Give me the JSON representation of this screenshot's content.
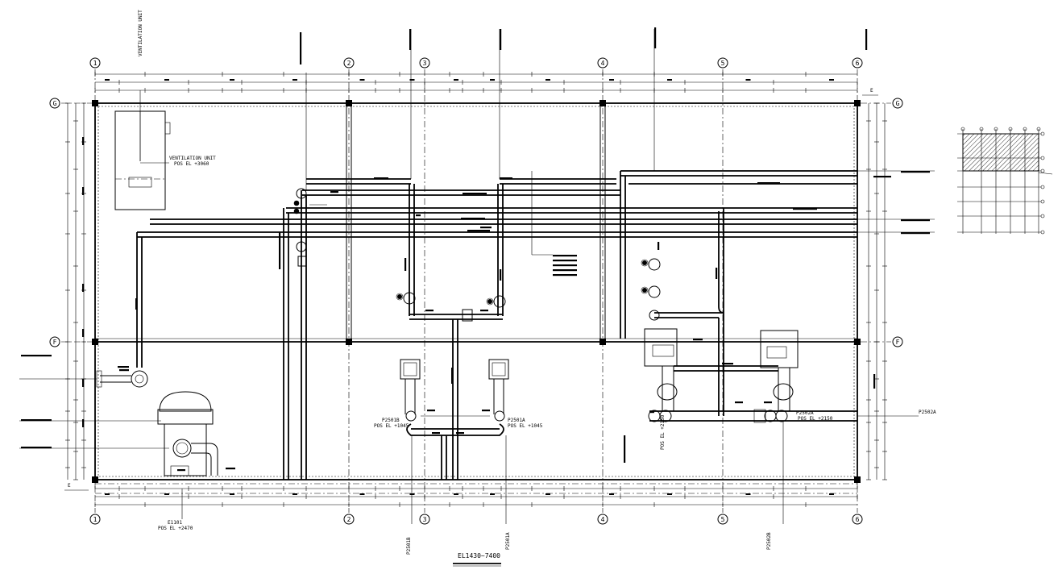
{
  "drawing": {
    "title": "EL1430~7400",
    "grid_columns": [
      "1",
      "2",
      "3",
      "4",
      "5",
      "6"
    ],
    "grid_rows": [
      "G",
      "F"
    ],
    "equipment": [
      {
        "tag": "VENTILATION UNIT",
        "elevation": "POS EL +3060"
      },
      {
        "tag": "E1101",
        "elevation": "POS EL +2470"
      },
      {
        "tag": "P2501B",
        "elevation": "POS EL +1045"
      },
      {
        "tag": "P2501A",
        "elevation": "POS EL +1045"
      },
      {
        "tag": "P2502A",
        "elevation": "POS EL +2150"
      }
    ],
    "vertical_tags": {
      "ventilation": "VENTILATION UNIT",
      "p2501b": "P2501B",
      "p2501a": "P2501A",
      "p2502b": "P2502B",
      "p2502a_elev": "POS EL +2150"
    },
    "side_tag": "P2502A",
    "ref_marks": [
      "E",
      "E"
    ]
  }
}
